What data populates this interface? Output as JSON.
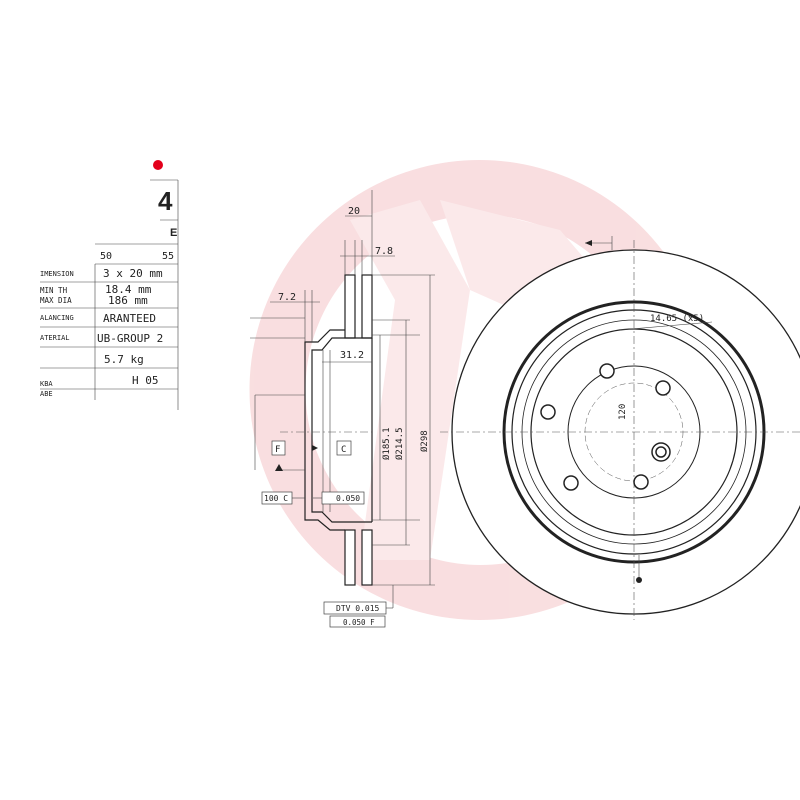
{
  "spec_table": {
    "part_suffix": "4",
    "variant": "E",
    "row_ref": {
      "label": "",
      "value_left": "50",
      "value_right": "55"
    },
    "rows": [
      {
        "label": "IMENSION",
        "value": "3 x 20 mm"
      },
      {
        "label": "MIN TH",
        "value": "18.4 mm"
      },
      {
        "label": "MAX DIA",
        "value": "186 mm"
      },
      {
        "label": "ALANCING",
        "value": "ARANTEED"
      },
      {
        "label": "ATERIAL",
        "value": "UB-GROUP 2"
      },
      {
        "label": "",
        "value": "5.7 kg"
      },
      {
        "label": "KBA",
        "value": "H 05"
      }
    ],
    "footer_label": "ABE"
  },
  "section_view": {
    "dim_top": "20",
    "dim_rib": "7.8",
    "dim_hat": "7.2",
    "dim_offset": "31.2",
    "dia_inner": "Ø185.1",
    "dia_mid": "Ø214.5",
    "dia_outer": "Ø298",
    "datum_f": "F",
    "datum_c": "C",
    "runout": "100 C",
    "flatness": "0.050",
    "dtv": "DTV 0.015",
    "parallel": "0.050 F"
  },
  "front_view": {
    "bolt_hole_label": "14.65 (x5)",
    "pcd_label": "120"
  },
  "colors": {
    "logo_pink": "#f7d4d6",
    "accent_red": "#e3001b",
    "line": "#222222"
  }
}
